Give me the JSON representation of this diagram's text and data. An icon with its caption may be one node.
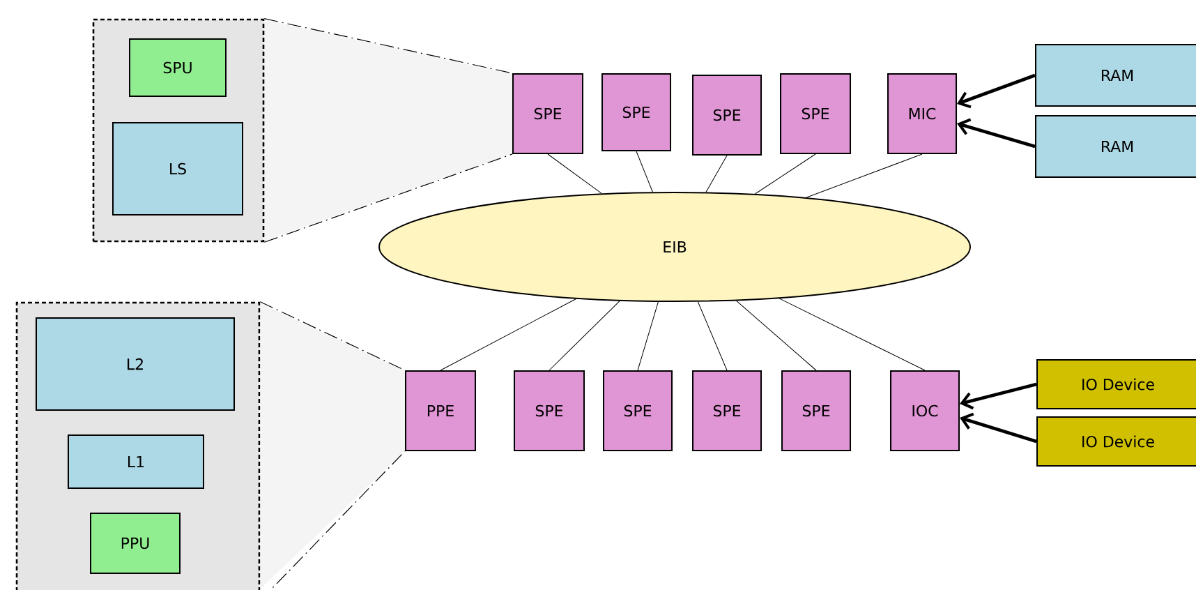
{
  "diagram": {
    "nodes": [
      {
        "text": [],
        "shape": "box"
      },
      {
        "text": [
          "SPU"
        ],
        "in": 0
      },
      {
        "text": [
          "LS"
        ],
        "in": 0
      },
      {
        "text": [],
        "shape": "box"
      },
      {
        "text": [
          "L2"
        ],
        "in": 3
      },
      {
        "text": [
          "L1"
        ],
        "in": 3
      },
      {
        "text": [
          "PPU"
        ],
        "in": 3
      },
      {
        "text": [
          "SPE"
        ]
      },
      {
        "text": [
          "SPE"
        ]
      },
      {
        "text": [
          "SPE"
        ]
      },
      {
        "text": [
          "SPE"
        ]
      },
      {
        "text": [
          "MIC"
        ]
      },
      {
        "text": [
          "RAM"
        ]
      },
      {
        "text": [
          "RAM"
        ]
      },
      {
        "text": [
          "EIB"
        ]
      },
      {
        "text": [
          "PPE"
        ]
      },
      {
        "text": [
          "SPE"
        ]
      },
      {
        "text": [
          "SPE"
        ]
      },
      {
        "text": [
          "SPE"
        ]
      },
      {
        "text": [
          "SPE"
        ]
      },
      {
        "text": [
          "IOC"
        ]
      },
      {
        "text": [
          "IO Device"
        ]
      },
      {
        "text": [
          "IO Device"
        ]
      }
    ],
    "edges": [
      {
        "from": 0,
        "to": 7,
        "arrow": "none",
        "style": "dashed"
      },
      {
        "from": 0,
        "to": 7,
        "arrow": "none",
        "style": "dashed"
      },
      {
        "from": 3,
        "to": 15,
        "arrow": "none",
        "style": "dashed"
      },
      {
        "from": 3,
        "to": 15,
        "arrow": "none",
        "style": "dashed"
      },
      {
        "from": 7,
        "to": 14,
        "arrow": "none"
      },
      {
        "from": 8,
        "to": 14,
        "arrow": "none"
      },
      {
        "from": 9,
        "to": 14,
        "arrow": "none"
      },
      {
        "from": 10,
        "to": 14,
        "arrow": "none"
      },
      {
        "from": 11,
        "to": 14,
        "arrow": "none"
      },
      {
        "from": 12,
        "to": 11,
        "arrow": "to",
        "style": "thick"
      },
      {
        "from": 13,
        "to": 11,
        "arrow": "to",
        "style": "thick"
      },
      {
        "from": 14,
        "to": 15,
        "arrow": "none"
      },
      {
        "from": 14,
        "to": 16,
        "arrow": "none"
      },
      {
        "from": 14,
        "to": 17,
        "arrow": "none"
      },
      {
        "from": 14,
        "to": 18,
        "arrow": "none"
      },
      {
        "from": 14,
        "to": 19,
        "arrow": "none"
      },
      {
        "from": 14,
        "to": 20,
        "arrow": "none"
      },
      {
        "from": 21,
        "to": 20,
        "arrow": "to",
        "style": "thick"
      },
      {
        "from": 22,
        "to": 20,
        "arrow": "to",
        "style": "thick"
      }
    ]
  }
}
